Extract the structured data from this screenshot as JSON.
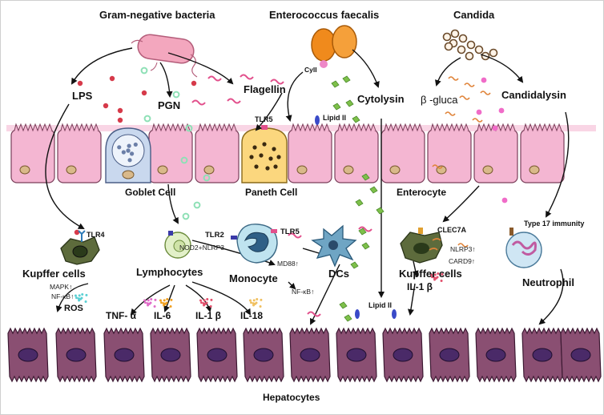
{
  "sources": {
    "gram_negative": "Gram-negative bacteria",
    "enterococcus": "Enterococcus faecalis",
    "candida": "Candida"
  },
  "molecules": {
    "lps": "LPS",
    "pgn": "PGN",
    "flagellin": "Flagellin",
    "cyll": "CylI",
    "cytolysin": "Cytolysin",
    "lipid2_top": "Lipid II",
    "lipid2_bottom": "Lipid II",
    "beta_glucan": "β -gluca",
    "candidalysin": "Candidalysin"
  },
  "intestine": {
    "goblet": "Goblet Cell",
    "paneth": "Paneth Cell",
    "enterocyte": "Enterocyte",
    "tlr5_paneth": "TLR5"
  },
  "immune": {
    "tlr4": "TLR4",
    "kupffer_left": "Kupffer cells",
    "mapk": "MAPK↑",
    "nfkb_left": "NF-κB↑",
    "ros": "ROS",
    "tlr2": "TLR2",
    "nod2": "NOD2+NLRP3",
    "lymphocytes": "Lymphocytes",
    "monocyte": "Monocyte",
    "tlr5_mono": "TLR5",
    "md88": "MD88↑",
    "nfkb_mid": "NF-κB↑",
    "dcs": "DCs",
    "clec7a": "CLEC7A",
    "nlrp3": "NLRP3↑",
    "card9": "CARD9↑",
    "kupffer_right": "Kupffer cells",
    "type17": "Type 17 immunity",
    "neutrophil": "Neutrophil"
  },
  "cytokines": {
    "tnf": "TNF- α",
    "il6": "IL-6",
    "il1b_mid": "IL-1 β",
    "il18": "IL-18",
    "il1b_right": "IL-1 β"
  },
  "liver": {
    "hepatocytes": "Hepatocytes"
  },
  "colors": {
    "enterocyte_fill": "#f4b6d2",
    "goblet_fill": "#c9d8ee",
    "paneth_fill": "#fbd77e",
    "hepatocyte_fill": "#8a4f72",
    "kupffer_fill": "#5d6b3c",
    "monocyte_fill": "#bfe3ef",
    "dc_fill": "#6fa5c4",
    "lps_dot": "#d63a4a",
    "pgn_dot": "#8ee0b6",
    "flagellin": "#e2508c",
    "cytolysin": "#7ec04a",
    "enterococcus": "#f08a1c",
    "candida": "#c8a27a"
  }
}
